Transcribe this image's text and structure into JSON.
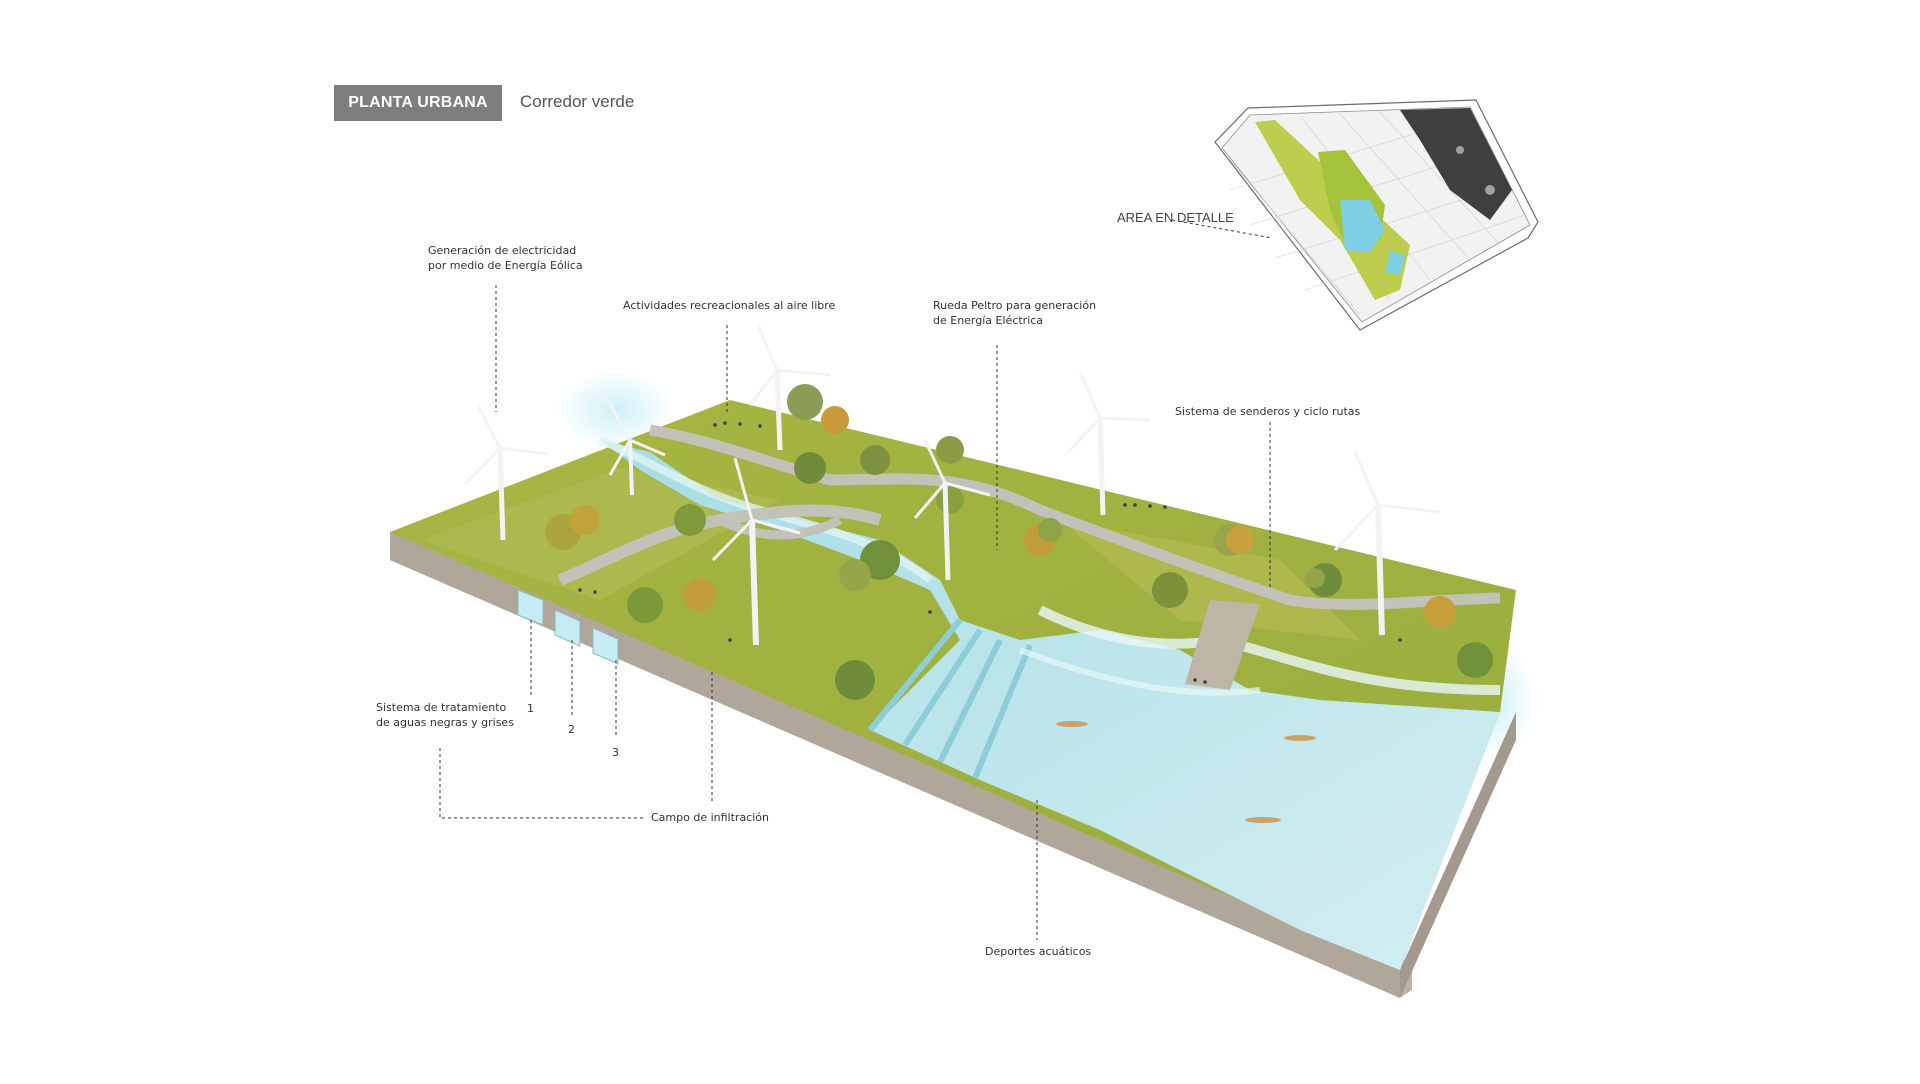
{
  "header": {
    "tag": "PLANTA URBANA",
    "subtitle": "Corredor verde"
  },
  "inset": {
    "label": "AREA EN DETALLE"
  },
  "annotations": {
    "eolica": [
      "Generación de electricidad",
      "por medio de Energía Eólica"
    ],
    "recreacion": "Actividades recreacionales al aire libre",
    "rueda": [
      "Rueda Peltro para generación",
      "de Energía Eléctrica"
    ],
    "senderos": "Sistema de senderos y ciclo rutas",
    "tratamiento": [
      "Sistema de tratamiento",
      "de aguas negras y grises"
    ],
    "tanks": [
      "1",
      "2",
      "3"
    ],
    "infiltracion": "Campo de infiltración",
    "deportes": "Deportes acuáticos"
  },
  "colors": {
    "grass": "#a9b84a",
    "grass_dark": "#8d9e36",
    "water": "#bfe6ec",
    "water_deep": "#9fd6df",
    "soil": "#b3aa9d",
    "path": "#bdbdb5",
    "tag_bg": "#7d7d7d"
  }
}
